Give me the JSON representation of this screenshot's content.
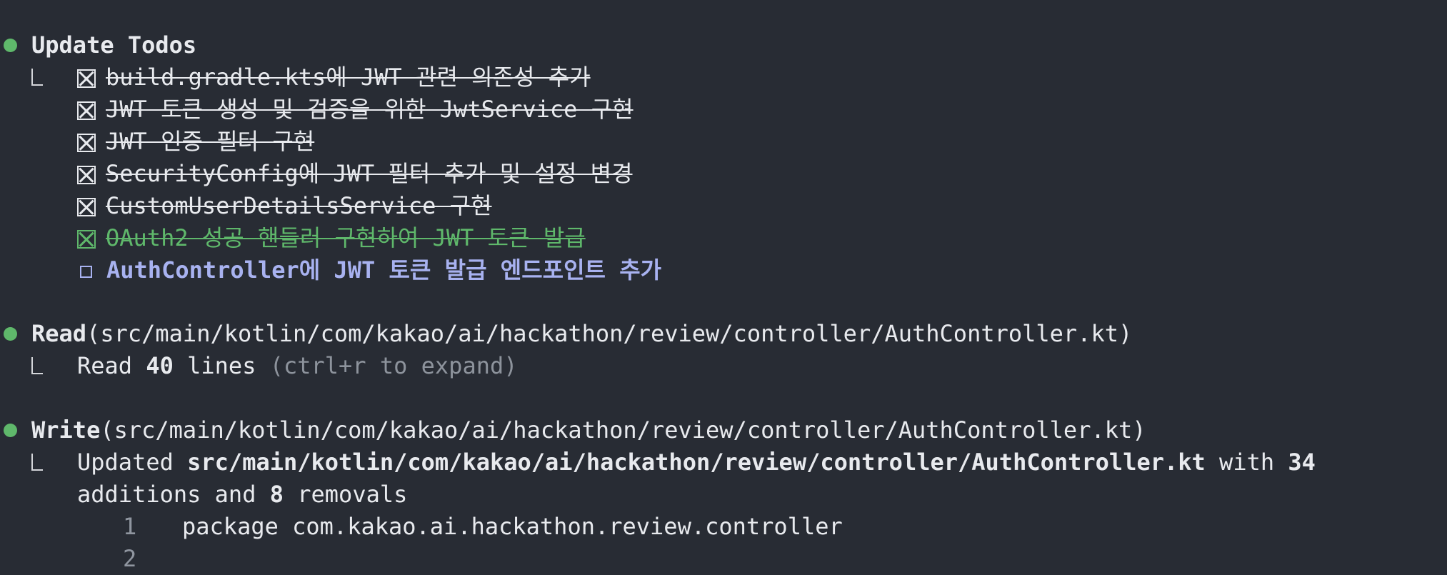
{
  "todos_block": {
    "title": "Update Todos",
    "items": [
      {
        "text": "build.gradle.kts에 JWT 관련 의존성 추가",
        "state": "done"
      },
      {
        "text": "JWT 토큰 생성 및 검증을 위한 JwtService 구현",
        "state": "done"
      },
      {
        "text": "JWT 인증 필터 구현",
        "state": "done"
      },
      {
        "text": "SecurityConfig에 JWT 필터 추가 및 설정 변경",
        "state": "done"
      },
      {
        "text": "CustomUserDetailsService 구현",
        "state": "done"
      },
      {
        "text": "OAuth2 성공 핸들러 구현하여 JWT 토큰 발급",
        "state": "done-highlight"
      },
      {
        "text": "AuthController에 JWT 토큰 발급 엔드포인트 추가",
        "state": "pending"
      }
    ]
  },
  "read_block": {
    "tool": "Read",
    "args": "(src/main/kotlin/com/kakao/ai/hackathon/review/controller/AuthController.kt)",
    "result_prefix": "Read ",
    "result_count": "40",
    "result_suffix": " lines ",
    "result_hint": "(ctrl+r to expand)"
  },
  "write_block": {
    "tool": "Write",
    "args": "(src/main/kotlin/com/kakao/ai/hackathon/review/controller/AuthController.kt)",
    "result_prefix": "Updated ",
    "result_path": "src/main/kotlin/com/kakao/ai/hackathon/review/controller/AuthController.kt",
    "result_with": " with ",
    "result_additions": "34",
    "result_line2_prefix": "additions and ",
    "result_removals": "8",
    "result_line2_suffix": " removals",
    "code": [
      {
        "num": "1",
        "text": "package com.kakao.ai.hackathon.review.controller"
      },
      {
        "num": "2",
        "text": ""
      }
    ]
  },
  "colors": {
    "background": "#282c34",
    "bullet": "#5fb86b",
    "highlight_done": "#5fb86b",
    "pending": "#a8b2f0",
    "muted": "#8d939c"
  }
}
